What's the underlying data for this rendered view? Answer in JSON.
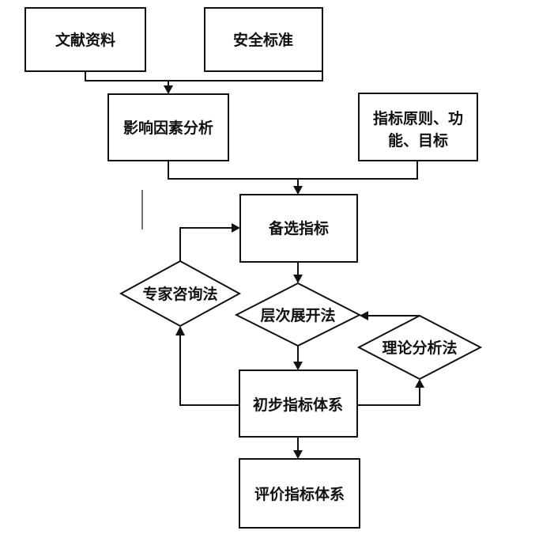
{
  "nodes": {
    "literature": "文献资料",
    "safety_standard": "安全标准",
    "factor_analysis": "影响因素分析",
    "indicator_principles_line1": "指标原则、功",
    "indicator_principles_line2": "能、目标",
    "candidate_indicators": "备选指标",
    "expert_consultation": "专家咨询法",
    "hierarchical_expansion": "层次展开法",
    "theoretical_analysis": "理论分析法",
    "preliminary_system": "初步指标体系",
    "evaluation_system": "评价指标体系"
  }
}
